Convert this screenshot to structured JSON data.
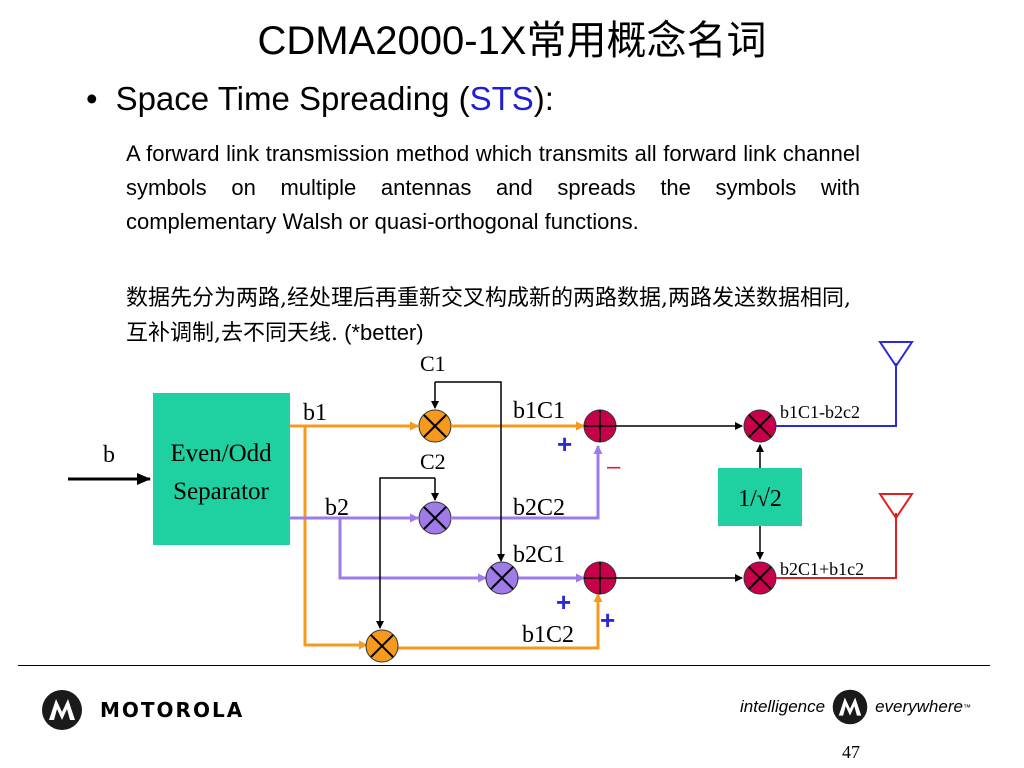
{
  "title": "CDMA2000-1X常用概念名词",
  "bullet": {
    "dot": "•",
    "label_before": "Space Time Spreading (",
    "label_abbr": "STS",
    "label_after": "):"
  },
  "description_en": "A forward link transmission method which transmits all forward link channel symbols on multiple antennas and spreads the symbols with complementary Walsh or quasi-orthogonal functions.",
  "description_zh": "数据先分为两路,经处理后再重新交叉构成新的两路数据,两路发送数据相同,互补调制,去不同天线.",
  "description_zh_tail": " (*better)",
  "diagram": {
    "input_label": "b",
    "separator_label_1": "Even/Odd",
    "separator_label_2": "Separator",
    "b1": "b1",
    "b2": "b2",
    "c1": "C1",
    "c2": "C2",
    "b1c1": "b1C1",
    "b2c2": "b2C2",
    "b2c1": "b2C1",
    "b1c2": "b1C2",
    "plus": "+",
    "minus": "–",
    "scale": "1/√2",
    "out_top": "b1C1-b2c2",
    "out_bottom": "b2C1+b1c2",
    "colors": {
      "orange": "#f59a1c",
      "purple": "#9e7be8",
      "teal": "#1fd0a0",
      "crimson": "#c8004c",
      "blue": "#2a2ad8",
      "red": "#e02020"
    }
  },
  "footer": {
    "brand": "MOTOROLA",
    "tagline_1": "intelligence",
    "tagline_2": "everywhere",
    "trademark": "™",
    "page_number": "47"
  }
}
